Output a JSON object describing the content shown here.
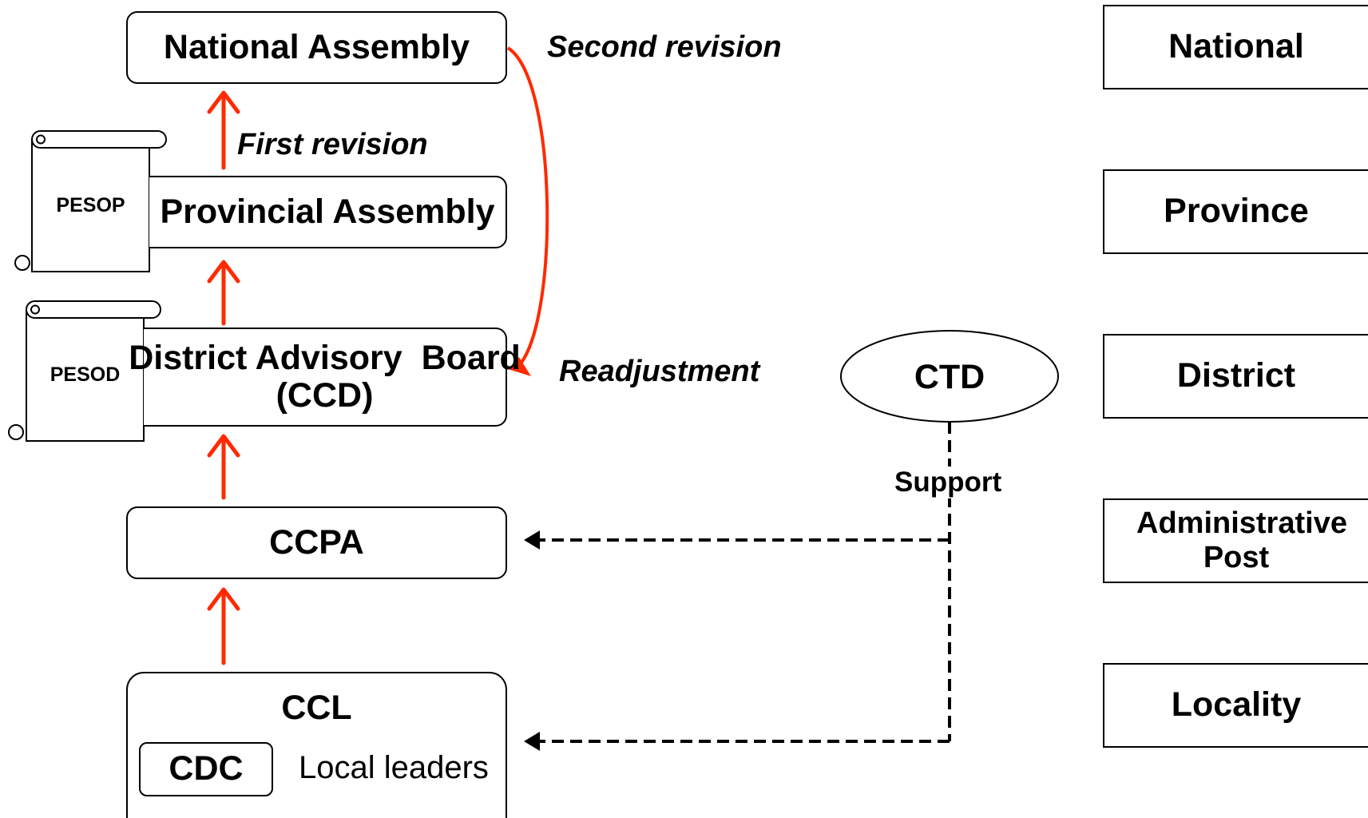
{
  "assembly_chain": {
    "national_assembly": "National Assembly",
    "provincial_assembly": "Provincial Assembly",
    "district_board_line1": "District Advisory  Board",
    "district_board_line2": "(CCD)",
    "ccpa": "CCPA",
    "ccl": "CCL",
    "cdc": "CDC",
    "local_leaders": "Local leaders"
  },
  "documents": {
    "pesop": "PESOP",
    "pesod": "PESOD"
  },
  "annotations": {
    "second_revision": "Second revision",
    "first_revision": "First revision",
    "readjustment": "Readjustment",
    "support": "Support"
  },
  "ctd": "CTD",
  "levels": [
    "National",
    "Province",
    "District",
    "Administrative Post",
    "Locality"
  ],
  "colors": {
    "arrow_red": "#ff2a00",
    "line_black": "#000000"
  }
}
